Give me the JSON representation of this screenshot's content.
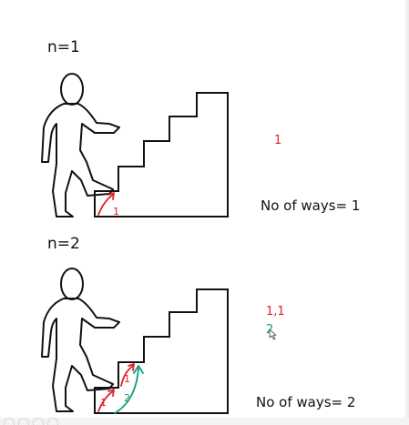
{
  "section1": {
    "label": "n=1",
    "ways_list": [
      "1"
    ],
    "step_label": "1",
    "result_text": "No of ways= 1"
  },
  "section2": {
    "label": "n=2",
    "ways_list": [
      "1,1",
      "2"
    ],
    "red_step_label": "1",
    "red_step_label2": "1",
    "green_step_label": "2",
    "result_text": "No of ways= 2"
  },
  "colors": {
    "ink": "#111111",
    "red": "#e0212a",
    "green": "#139a7a"
  },
  "icons": [
    "cursor-icon"
  ]
}
